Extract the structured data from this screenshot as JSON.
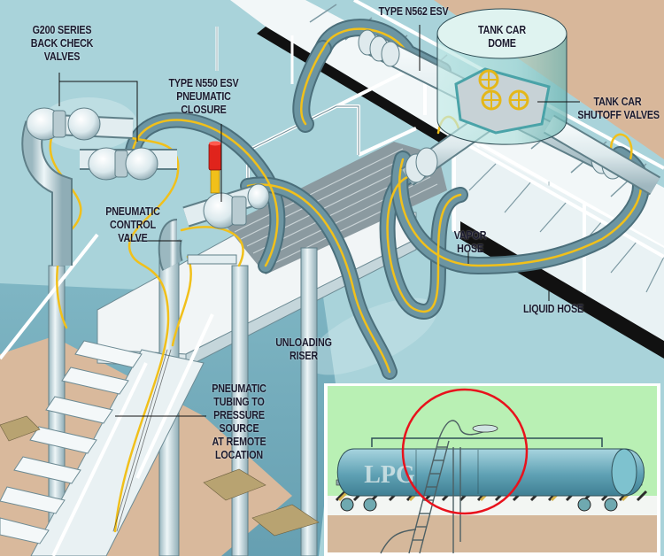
{
  "diagram": {
    "title": "Tank car unloading station with emergency shutoff valves",
    "colors": {
      "background_blue": "#a9d3da",
      "deck_tan": "#d8b79a",
      "hose_blue": "#6c95a2",
      "pneumatic_yellow": "#f1c01a",
      "pipe_white": "#e8f2f5",
      "closure_red": "#e0241c",
      "inset_green": "#b9f0b4",
      "circle_red": "#e8121c",
      "label_text": "#1a1a2e"
    },
    "labels": {
      "back_check": [
        "G200 SERIES",
        "BACK CHECK",
        "VALVES"
      ],
      "n550": [
        "TYPE N550 ESV",
        "PNEUMATIC",
        "CLOSURE"
      ],
      "n562": [
        "TYPE N562 ESV"
      ],
      "dome": [
        "TANK CAR",
        "DOME"
      ],
      "shutoff": [
        "TANK CAR",
        "SHUTOFF VALVES"
      ],
      "control_valve": [
        "PNEUMATIC",
        "CONTROL",
        "VALVE"
      ],
      "vapor_hose": [
        "VAPOR",
        "HOSE"
      ],
      "liquid_hose": [
        "LIQUID HOSE"
      ],
      "unloading_riser": [
        "UNLOADING",
        "RISER"
      ],
      "tubing": [
        "PNEUMATIC",
        "TUBING TO",
        "PRESSURE",
        "SOURCE",
        "AT REMOTE",
        "LOCATION"
      ]
    },
    "inset": {
      "description": "Tank car with ladder and hoses, detail area circled",
      "car_marking": "LPG"
    },
    "components": [
      {
        "name": "back-check-valves",
        "count": 2
      },
      {
        "name": "tank-car-shutoff-valves",
        "count": 3
      }
    ]
  }
}
